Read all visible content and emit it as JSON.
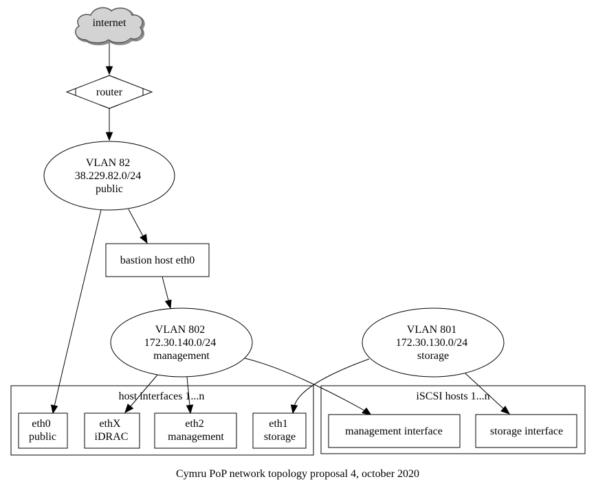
{
  "title": "Cymru PoP network topology proposal 4, october 2020",
  "nodes": {
    "internet": "internet",
    "router": "router",
    "vlan82": [
      "VLAN 82",
      "38.229.82.0/24",
      "public"
    ],
    "bastion": "bastion host eth0",
    "vlan802": [
      "VLAN 802",
      "172.30.140.0/24",
      "management"
    ],
    "vlan801": [
      "VLAN 801",
      "172.30.130.0/24",
      "storage"
    ],
    "eth0": [
      "eth0",
      "public"
    ],
    "ethx": [
      "ethX",
      "iDRAC"
    ],
    "eth2": [
      "eth2",
      "management"
    ],
    "eth1": [
      "eth1",
      "storage"
    ],
    "mgmt_iface": "management interface",
    "storage_iface": "storage interface"
  },
  "clusters": {
    "host_interfaces": "host interfaces 1...n",
    "iscsi_hosts": "iSCSI hosts 1...n"
  },
  "edges": [
    [
      "internet",
      "router"
    ],
    [
      "router",
      "VLAN 82"
    ],
    [
      "VLAN 82",
      "eth0 public"
    ],
    [
      "VLAN 82",
      "bastion host eth0"
    ],
    [
      "bastion host eth0",
      "VLAN 802"
    ],
    [
      "VLAN 802",
      "ethX iDRAC"
    ],
    [
      "VLAN 802",
      "eth2 management"
    ],
    [
      "VLAN 802",
      "management interface"
    ],
    [
      "VLAN 801",
      "eth1 storage"
    ],
    [
      "VLAN 801",
      "storage interface"
    ]
  ]
}
